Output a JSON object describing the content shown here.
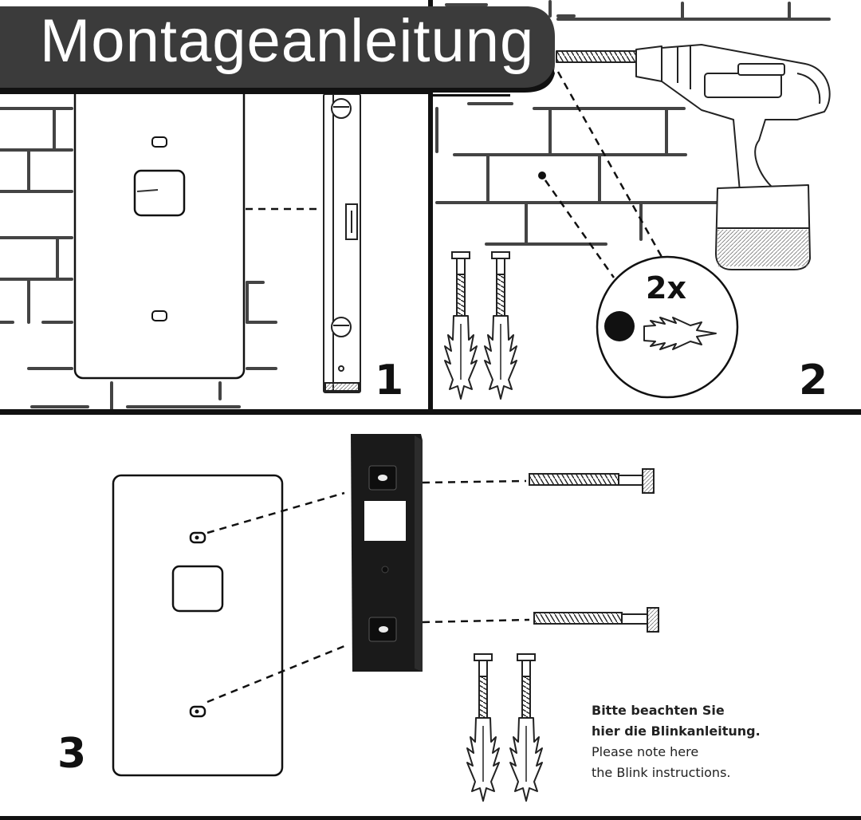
{
  "title": "Montageanleitung",
  "panels": {
    "step1": {
      "number": "1"
    },
    "step2": {
      "number": "2",
      "count_label": "2x"
    },
    "step3": {
      "number": "3"
    }
  },
  "note": {
    "de_line1": "Bitte beachten Sie",
    "de_line2": "hier die Blinkanleitung.",
    "en_line1": "Please note here",
    "en_line2": "the Blink instructions."
  },
  "colors": {
    "banner": "#3b3b3b",
    "line": "#111111",
    "brick": "#444444",
    "mount": "#1a1a1a"
  },
  "icons": [
    "spirit-level-icon",
    "drill-icon",
    "wall-plug-icon",
    "screw-icon",
    "mounting-plate-icon"
  ]
}
